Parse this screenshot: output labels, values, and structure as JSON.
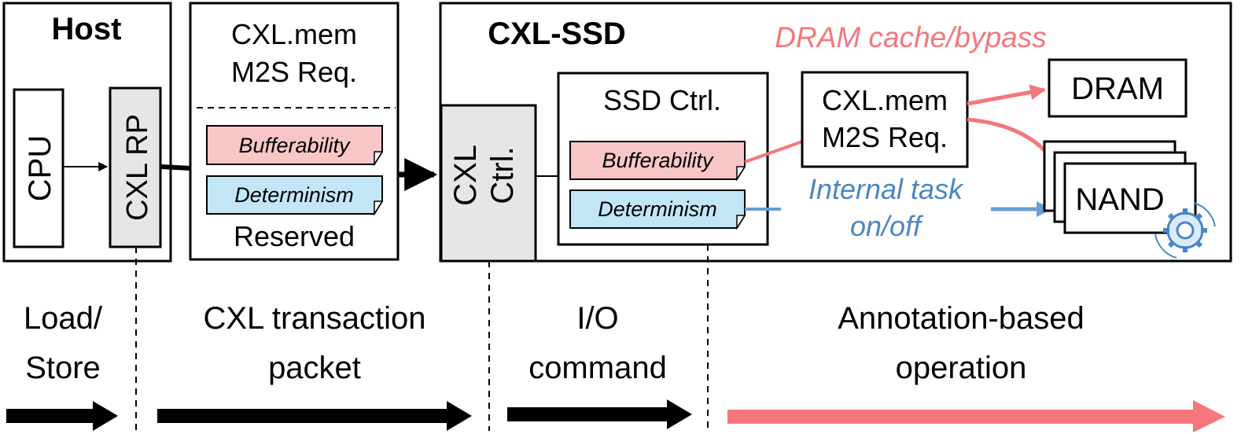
{
  "host": {
    "title": "Host",
    "cpu_label": "CPU",
    "rp_label": "CXL RP"
  },
  "packet": {
    "header_line1": "CXL.mem",
    "header_line2": "M2S Req.",
    "tag_bufferability": "Bufferability",
    "tag_determinism": "Determinism",
    "reserved_label": "Reserved"
  },
  "ssd": {
    "title": "CXL-SSD",
    "dram_cache_label": "DRAM cache/bypass",
    "cxl_ctrl_line1": "CXL",
    "cxl_ctrl_line2": "Ctrl.",
    "ssd_ctrl_label": "SSD Ctrl.",
    "tag_bufferability": "Bufferability",
    "tag_determinism": "Determinism",
    "req_line1": "CXL.mem",
    "req_line2": "M2S Req.",
    "internal_line1": "Internal task",
    "internal_line2": "on/off",
    "dram_label": "DRAM",
    "nand_label": "NAND"
  },
  "stages": [
    {
      "line1": "Load/",
      "line2": "Store"
    },
    {
      "line1": "CXL transaction",
      "line2": "packet"
    },
    {
      "line1": "I/O",
      "line2": "command"
    },
    {
      "line1": "Annotation-based",
      "line2": "operation"
    }
  ],
  "colors": {
    "pink_fill": "#f9c6c8",
    "blue_fill": "#c3e6f7",
    "red_accent": "#f4777b",
    "blue_accent": "#4a86c5",
    "gray_fill": "#e6e6e6"
  }
}
